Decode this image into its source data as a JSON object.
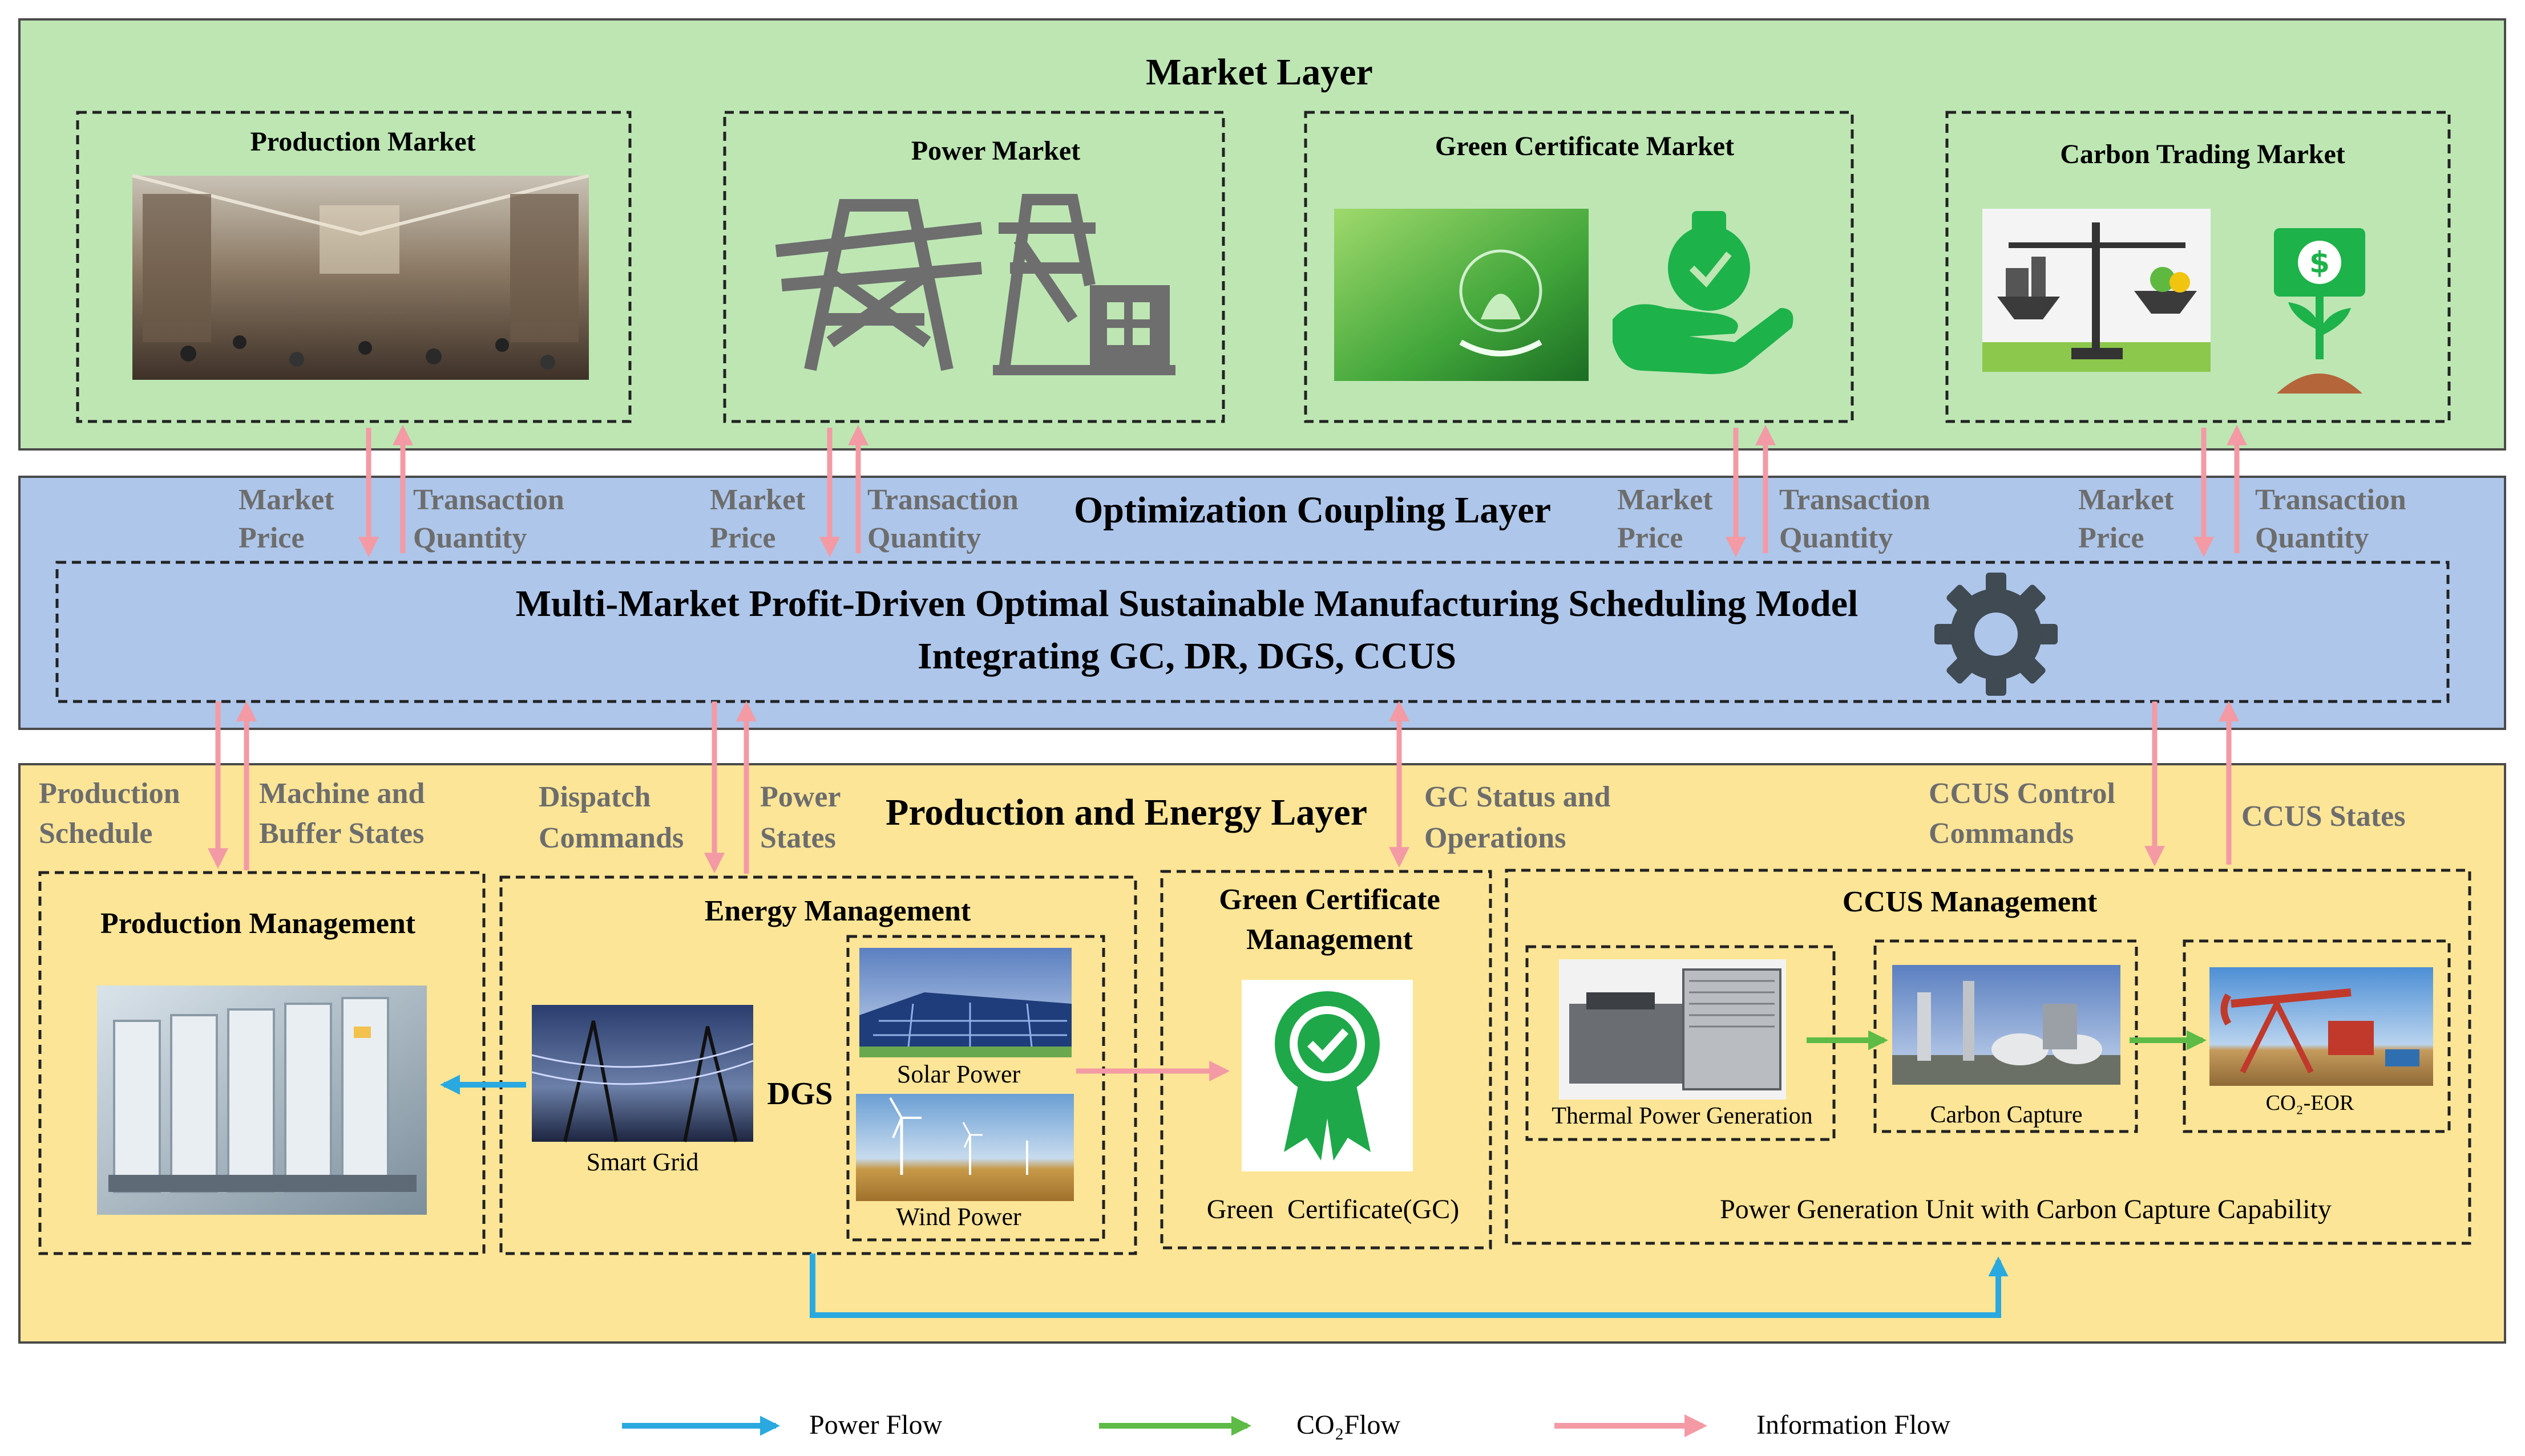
{
  "market_layer": {
    "title": "Market Layer",
    "markets": [
      {
        "title": "Production Market",
        "image": "shopping-mall-photo"
      },
      {
        "title": "Power Market",
        "icons": [
          "transmission-tower-icon",
          "substation-tower-icon"
        ]
      },
      {
        "title": "Green Certificate Market",
        "image": "green-eco-photo",
        "icons": [
          "hand-money-bag-icon"
        ]
      },
      {
        "title": "Carbon Trading Market",
        "image": "carbon-balance-scale-photo",
        "icons": [
          "dollar-plant-icon"
        ]
      }
    ]
  },
  "coupling_layer": {
    "title": "Optimization Coupling Layer",
    "link_labels": {
      "market_price_1": "Market",
      "market_price_2": "Price",
      "transaction_quantity_1": "Transaction",
      "transaction_quantity_2": "Quantity"
    },
    "model_title_line1": "Multi-Market Profit-Driven Optimal Sustainable Manufacturing Scheduling Model",
    "model_title_line2": "Integrating GC, DR, DGS, CCUS",
    "model_icon": "gear-icon"
  },
  "production_energy_layer": {
    "title": "Production and Energy Layer",
    "flow_labels": {
      "production_schedule": [
        "Production",
        "Schedule"
      ],
      "machine_buffer_states": [
        "Machine and",
        "Buffer States"
      ],
      "dispatch_commands": [
        "Dispatch",
        "Commands"
      ],
      "power_states": [
        "Power",
        "States"
      ],
      "gc_status_operations": [
        "GC Status and",
        "Operations"
      ],
      "ccus_control_commands": [
        "CCUS Control",
        "Commands"
      ],
      "ccus_states": [
        "CCUS States"
      ]
    },
    "production_management": {
      "title": "Production Management",
      "image": "factory-line-photo"
    },
    "energy_management": {
      "title": "Energy Management",
      "smart_grid_label": "Smart Grid",
      "dgs_label": "DGS",
      "solar_label": "Solar Power",
      "wind_label": "Wind Power"
    },
    "green_certificate_management": {
      "title_line1": "Green Certificate",
      "title_line2": "Management",
      "caption": "Green  Certificate(GC)",
      "icon": "certificate-badge-icon"
    },
    "ccus_management": {
      "title": "CCUS Management",
      "units": [
        "Thermal Power Generation",
        "Carbon Capture",
        "CO₂-EOR"
      ],
      "caption": "Power Generation Unit with Carbon Capture Capability"
    }
  },
  "legend": {
    "items": [
      {
        "label": "Power Flow",
        "color": "#29a9e0"
      },
      {
        "label": "CO₂Flow",
        "color": "#5dbb46"
      },
      {
        "label": "Information Flow",
        "color": "#f39aa5"
      }
    ]
  },
  "colors": {
    "market_layer_bg": "#bde6b3",
    "coupling_layer_bg": "#aec6ea",
    "production_layer_bg": "#fce596",
    "label_gray": "#6d6d6d"
  }
}
